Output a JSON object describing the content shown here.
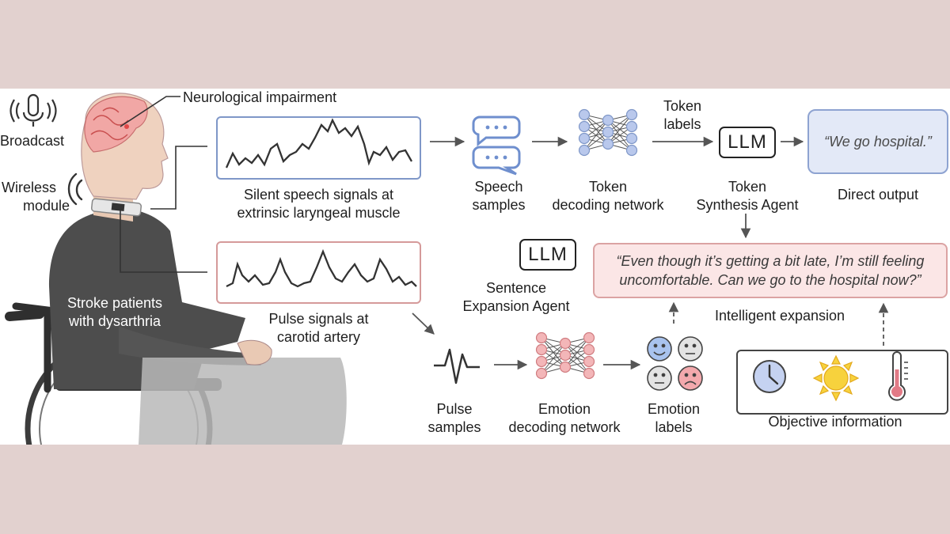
{
  "labels": {
    "neurological": "Neurological impairment",
    "broadcast": "Broadcast",
    "wireless_line1": "Wireless",
    "wireless_line2": "module",
    "stroke_line1": "Stroke patients",
    "stroke_line2": "with dysarthria",
    "silent_line1": "Silent speech signals at",
    "silent_line2": "extrinsic laryngeal muscle",
    "pulse_line1": "Pulse signals at",
    "pulse_line2": "carotid artery",
    "speech_samples_line1": "Speech",
    "speech_samples_line2": "samples",
    "token_net_line1": "Token",
    "token_net_line2": "decoding network",
    "token_labels_line1": "Token",
    "token_labels_line2": "labels",
    "token_agent_line1": "Token",
    "token_agent_line2": "Synthesis Agent",
    "direct_output": "Direct output",
    "sentence_agent_line1": "Sentence",
    "sentence_agent_line2": "Expansion Agent",
    "intelligent_expansion": "Intelligent expansion",
    "pulse_samples_line1": "Pulse",
    "pulse_samples_line2": "samples",
    "emotion_net_line1": "Emotion",
    "emotion_net_line2": "decoding network",
    "emotion_labels_line1": "Emotion",
    "emotion_labels_line2": "labels",
    "objective_info": "Objective information"
  },
  "llm_label": "LLM",
  "direct_quote": "“We go hospital.”",
  "expanded_quote_line1": "“Even though it’s getting a bit late, I’m still feeling",
  "expanded_quote_line2": "uncomfortable. Can we go to the hospital now?”",
  "icons": [
    "microphone-icon",
    "wireless-icon",
    "speech-bubbles-icon",
    "neural-network-icon",
    "pulse-wave-icon",
    "emotion-faces-icon",
    "clock-icon",
    "sun-icon",
    "thermometer-icon"
  ],
  "colors": {
    "background": "#e2d1cf",
    "blue_accent": "#7f97c8",
    "red_accent": "#d59a9a",
    "node_blue": "#b9c8ec",
    "node_red": "#f3b6b8"
  }
}
